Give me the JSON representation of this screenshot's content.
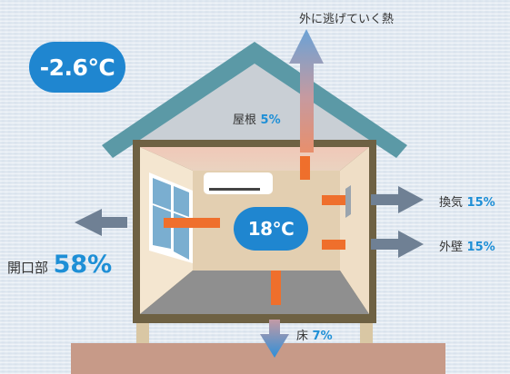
{
  "outside_temp": "-2.6℃",
  "inside_temp": "18℃",
  "escaping_heat_title": "外に逃げていく熱",
  "heat_loss": {
    "roof": {
      "label": "屋根",
      "percent": "5%"
    },
    "ventilation": {
      "label": "換気",
      "percent": "15%"
    },
    "exterior_wall": {
      "label": "外壁",
      "percent": "15%"
    },
    "openings": {
      "label": "開口部",
      "percent": "58%"
    },
    "floor": {
      "label": "床",
      "percent": "7%"
    }
  },
  "colors": {
    "outside_badge": "#1f86d0",
    "inside_badge": "#1f86d0",
    "percent_text": "#1e8fd6",
    "house_frame": "#6e6143",
    "roof": "#5c9aa8",
    "interior_wall": "#ecd9c0",
    "ground": "#c79a88",
    "orange_arrow": "#ef6f2c",
    "gray_arrow": "#6f8094",
    "blue_arrow": "#2f8fd8",
    "pink_arrow": "#e88f6c"
  }
}
